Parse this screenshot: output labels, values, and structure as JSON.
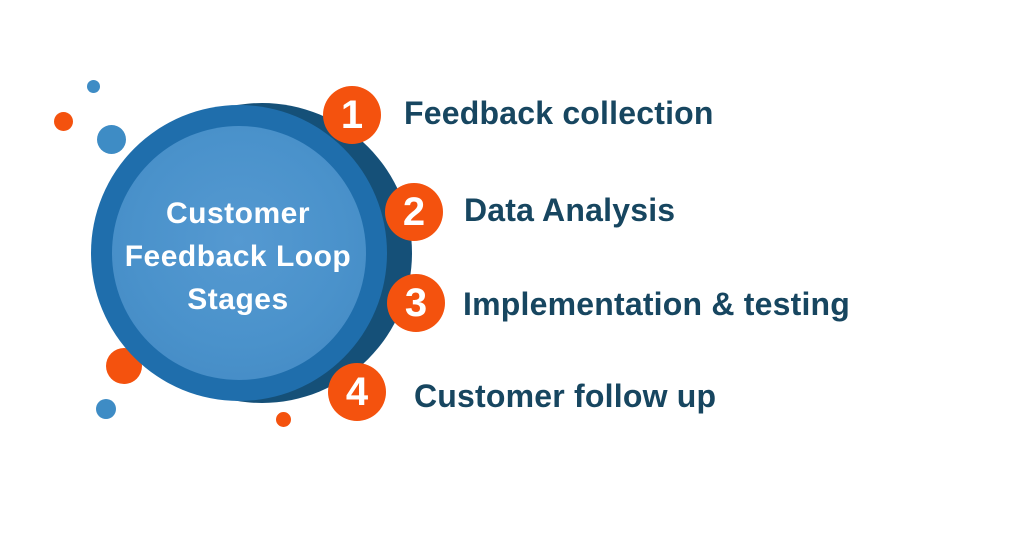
{
  "diagram": {
    "hub": {
      "title_lines": [
        "Customer",
        "Feedback Loop",
        "Stages"
      ],
      "title_full": "Customer Feedback Loop Stages"
    },
    "stages": [
      {
        "number": "1",
        "label": "Feedback collection"
      },
      {
        "number": "2",
        "label": "Data Analysis"
      },
      {
        "number": "3",
        "label": "Implementation & testing"
      },
      {
        "number": "4",
        "label": "Customer follow up"
      }
    ],
    "colors": {
      "background": "#FFFFFF",
      "stage_circle_orange": "#F4520E",
      "stage_label_navy": "#174660",
      "hub_ring_blue": "#1F6EAC",
      "hub_fill_blue": "#4A92CB",
      "hub_backdrop_dark_blue": "#155078",
      "accent_dot_blue": "#3E8CC5",
      "hub_title_text": "#FFFFFF"
    },
    "decorative_dots": [
      {
        "name": "top-small-blue-dot",
        "color": "#3E8CC5"
      },
      {
        "name": "left-orange-dot",
        "color": "#F4520E"
      },
      {
        "name": "topleft-medium-blue-dot",
        "color": "#3E8CC5"
      },
      {
        "name": "bottomleft-orange-dot",
        "color": "#F4520E"
      },
      {
        "name": "bottom-small-blue-dot",
        "color": "#3E8CC5"
      },
      {
        "name": "bottom-small-orange-dot",
        "color": "#F4520E"
      }
    ]
  }
}
